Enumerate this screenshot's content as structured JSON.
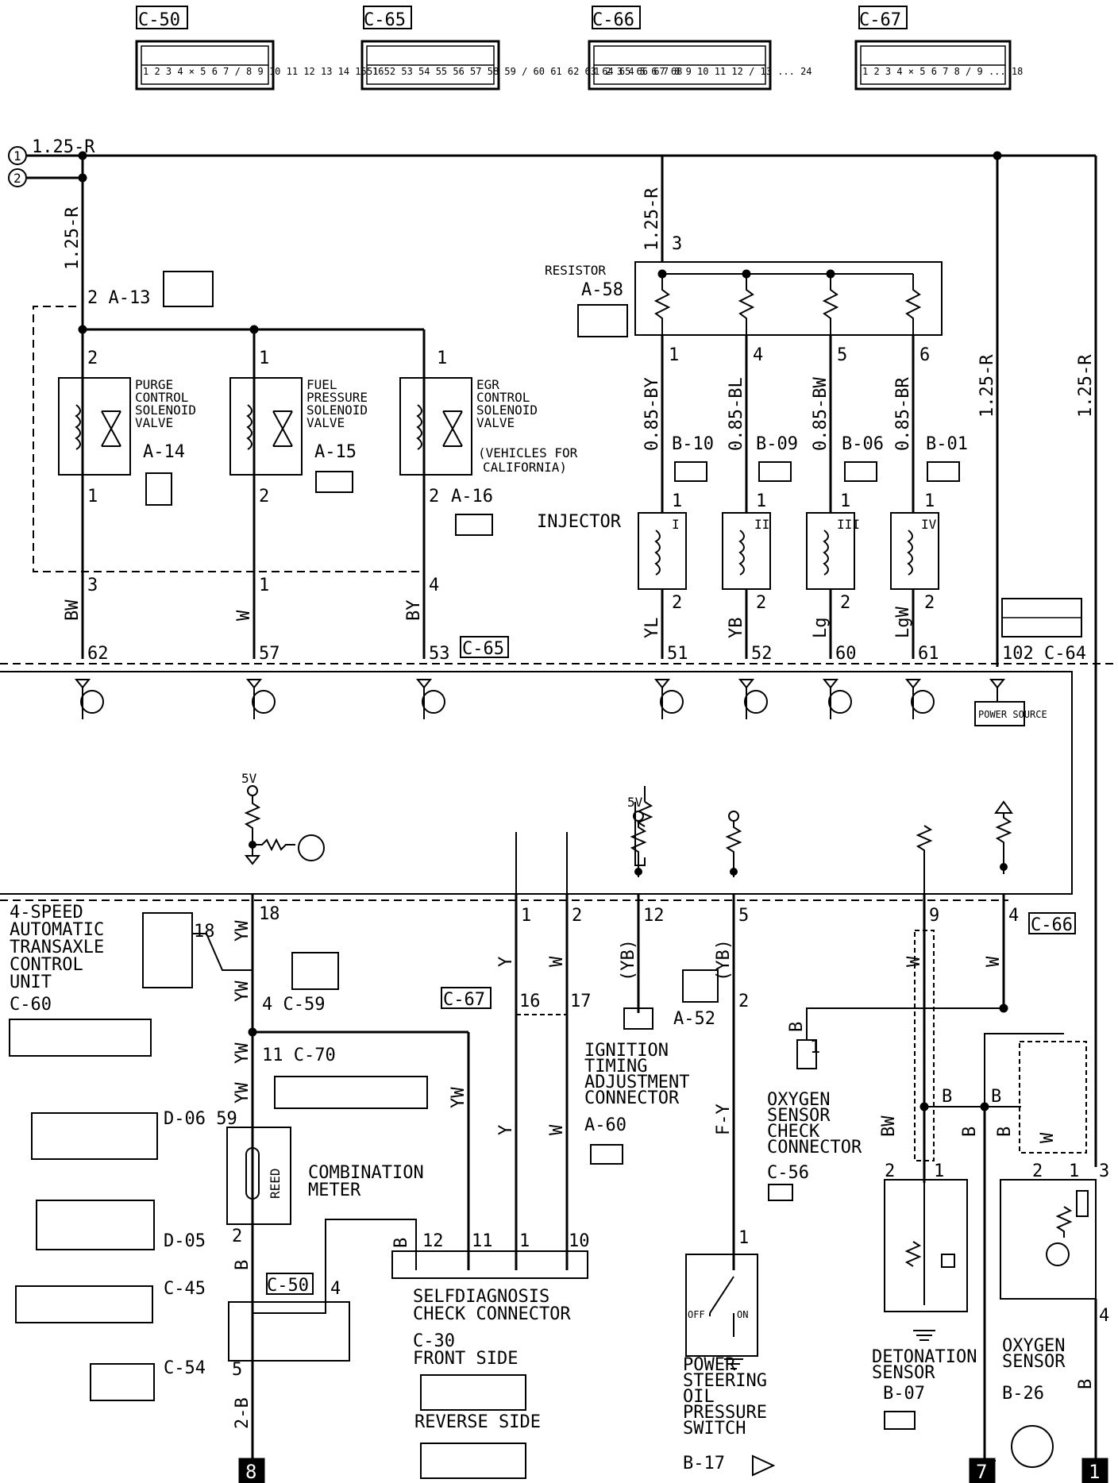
{
  "top_connectors": [
    "C-50",
    "C-65",
    "C-66",
    "C-67"
  ],
  "top_pins": {
    "c50": "1 2 3 4 ⨯ 5 6 7 / 8 9 10 11 12 13 14 15 16",
    "c65": "51 52 53 54 55 56 57 58 59 / 60 61 62 63 64 65 66 67 68",
    "c66": "1 2 3 4 5 6 7 8 9 10 11 12 / 13 ... 24",
    "c67": "1 2 3 4 ⨯ 5 6 7 8 / 9 ... 18"
  },
  "power_lines": {
    "line1_marker": "1",
    "line2_marker": "2",
    "wire_top": "1.25-R",
    "wire_v_left": "1.25-R",
    "wire_v_mid": "1.25-R",
    "wire_v_r1": "1.25-R",
    "wire_v_r2": "1.25-R"
  },
  "solenoids": [
    {
      "name1": "PURGE",
      "name2": "CONTROL",
      "name3": "SOLENOID",
      "name4": "VALVE",
      "conn": "A-14",
      "top_pin": "2",
      "bot_pin": "1"
    },
    {
      "name1": "FUEL",
      "name2": "PRESSURE",
      "name3": "SOLENOID",
      "name4": "VALVE",
      "conn": "A-15",
      "top_pin": "1",
      "bot_pin": "2"
    },
    {
      "name1": "EGR",
      "name2": "CONTROL",
      "name3": "SOLENOID",
      "name4": "VALVE",
      "conn": "A-16",
      "top_pin": "1",
      "bot_pin": "2"
    }
  ],
  "egr_note1": "(VEHICLES FOR",
  "egr_note2": "CALIFORNIA)",
  "a13_label": "2 A-13",
  "resistor": {
    "title": "RESISTOR",
    "conn": "A-58",
    "pin_in": "3",
    "pins": [
      "1",
      "4",
      "5",
      "6"
    ]
  },
  "injector_wires": [
    "0.85-BY",
    "0.85-BL",
    "0.85-BW",
    "0.85-BR"
  ],
  "injector_conns": [
    "B-10",
    "B-09",
    "B-06",
    "B-01"
  ],
  "injector_label": "INJECTOR",
  "injector_roman": [
    "I",
    "II",
    "III",
    "IV"
  ],
  "injector_pins_top": "1",
  "injector_pins_bot": "2",
  "injector_out_wires": [
    "YL",
    "YB",
    "Lg",
    "LgW"
  ],
  "solenoid_out_wires": [
    "BW",
    "W",
    "BY"
  ],
  "solenoid_c_pins": [
    "3",
    "1",
    "4"
  ],
  "ecu_upper_pins": [
    "62",
    "57",
    "53",
    "51",
    "52",
    "60",
    "61"
  ],
  "c65_label": "C-65",
  "c64_label": "102 C-64",
  "power_source": "POWER SOURCE",
  "five_v": "5V",
  "ecu_lower_pins": [
    "18",
    "1",
    "2",
    "12",
    "5",
    "9",
    "4"
  ],
  "c66_label": "C-66",
  "tcu": {
    "l1": "4-SPEED",
    "l2": "AUTOMATIC",
    "l3": "TRANSAXLE",
    "l4": "CONTROL",
    "l5": "UNIT",
    "conn": "C-60",
    "pin": "18"
  },
  "lower_wires": {
    "yw": "YW",
    "y": "Y",
    "w": "W",
    "yb": "(YB)",
    "fy": "F-Y",
    "b": "B",
    "bw": "BW",
    "twob": "2-B"
  },
  "c59": "4 C-59",
  "c70": "11 C-70",
  "d06": "D-06 59",
  "d05": "D-05",
  "c45": "C-45",
  "c54": "C-54",
  "c67_label": "C-67",
  "c50_label": "C-50",
  "meter": {
    "l1": "COMBINATION",
    "l2": "METER",
    "reed": "REED",
    "pin_top": "59",
    "pin_bot": "2",
    "pin_c50": "4",
    "pin_c54": "5"
  },
  "c67_pins": [
    "16",
    "17"
  ],
  "ignition": {
    "l1": "IGNITION",
    "l2": "TIMING",
    "l3": "ADJUSTMENT",
    "l4": "CONNECTOR",
    "conn": "A-60"
  },
  "a52": "A-52",
  "a52_pin": "2",
  "selfdiag": {
    "l1": "SELFDIAGNOSIS",
    "l2": "CHECK CONNECTOR",
    "conn": "C-30",
    "front": "FRONT SIDE",
    "reverse": "REVERSE SIDE",
    "pins": [
      "12",
      "11",
      "1",
      "10"
    ]
  },
  "ps_switch": {
    "l1": "POWER",
    "l2": "STEERING",
    "l3": "OIL",
    "l4": "PRESSURE",
    "l5": "SWITCH",
    "conn": "B-17",
    "off": "OFF",
    "on": "ON",
    "pin": "1"
  },
  "o2_check": {
    "l1": "OXYGEN",
    "l2": "SENSOR",
    "l3": "CHECK",
    "l4": "CONNECTOR",
    "conn": "C-56",
    "pin": "1"
  },
  "det_sensor": {
    "l1": "DETONATION",
    "l2": "SENSOR",
    "conn": "B-07",
    "pin2": "2",
    "pin1": "1"
  },
  "o2_sensor": {
    "l1": "OXYGEN",
    "l2": "SENSOR",
    "conn": "B-26",
    "pin2": "2",
    "pin1": "1",
    "pin3": "3",
    "pin4": "4"
  },
  "ground_marks": [
    "8",
    "7",
    "1"
  ]
}
